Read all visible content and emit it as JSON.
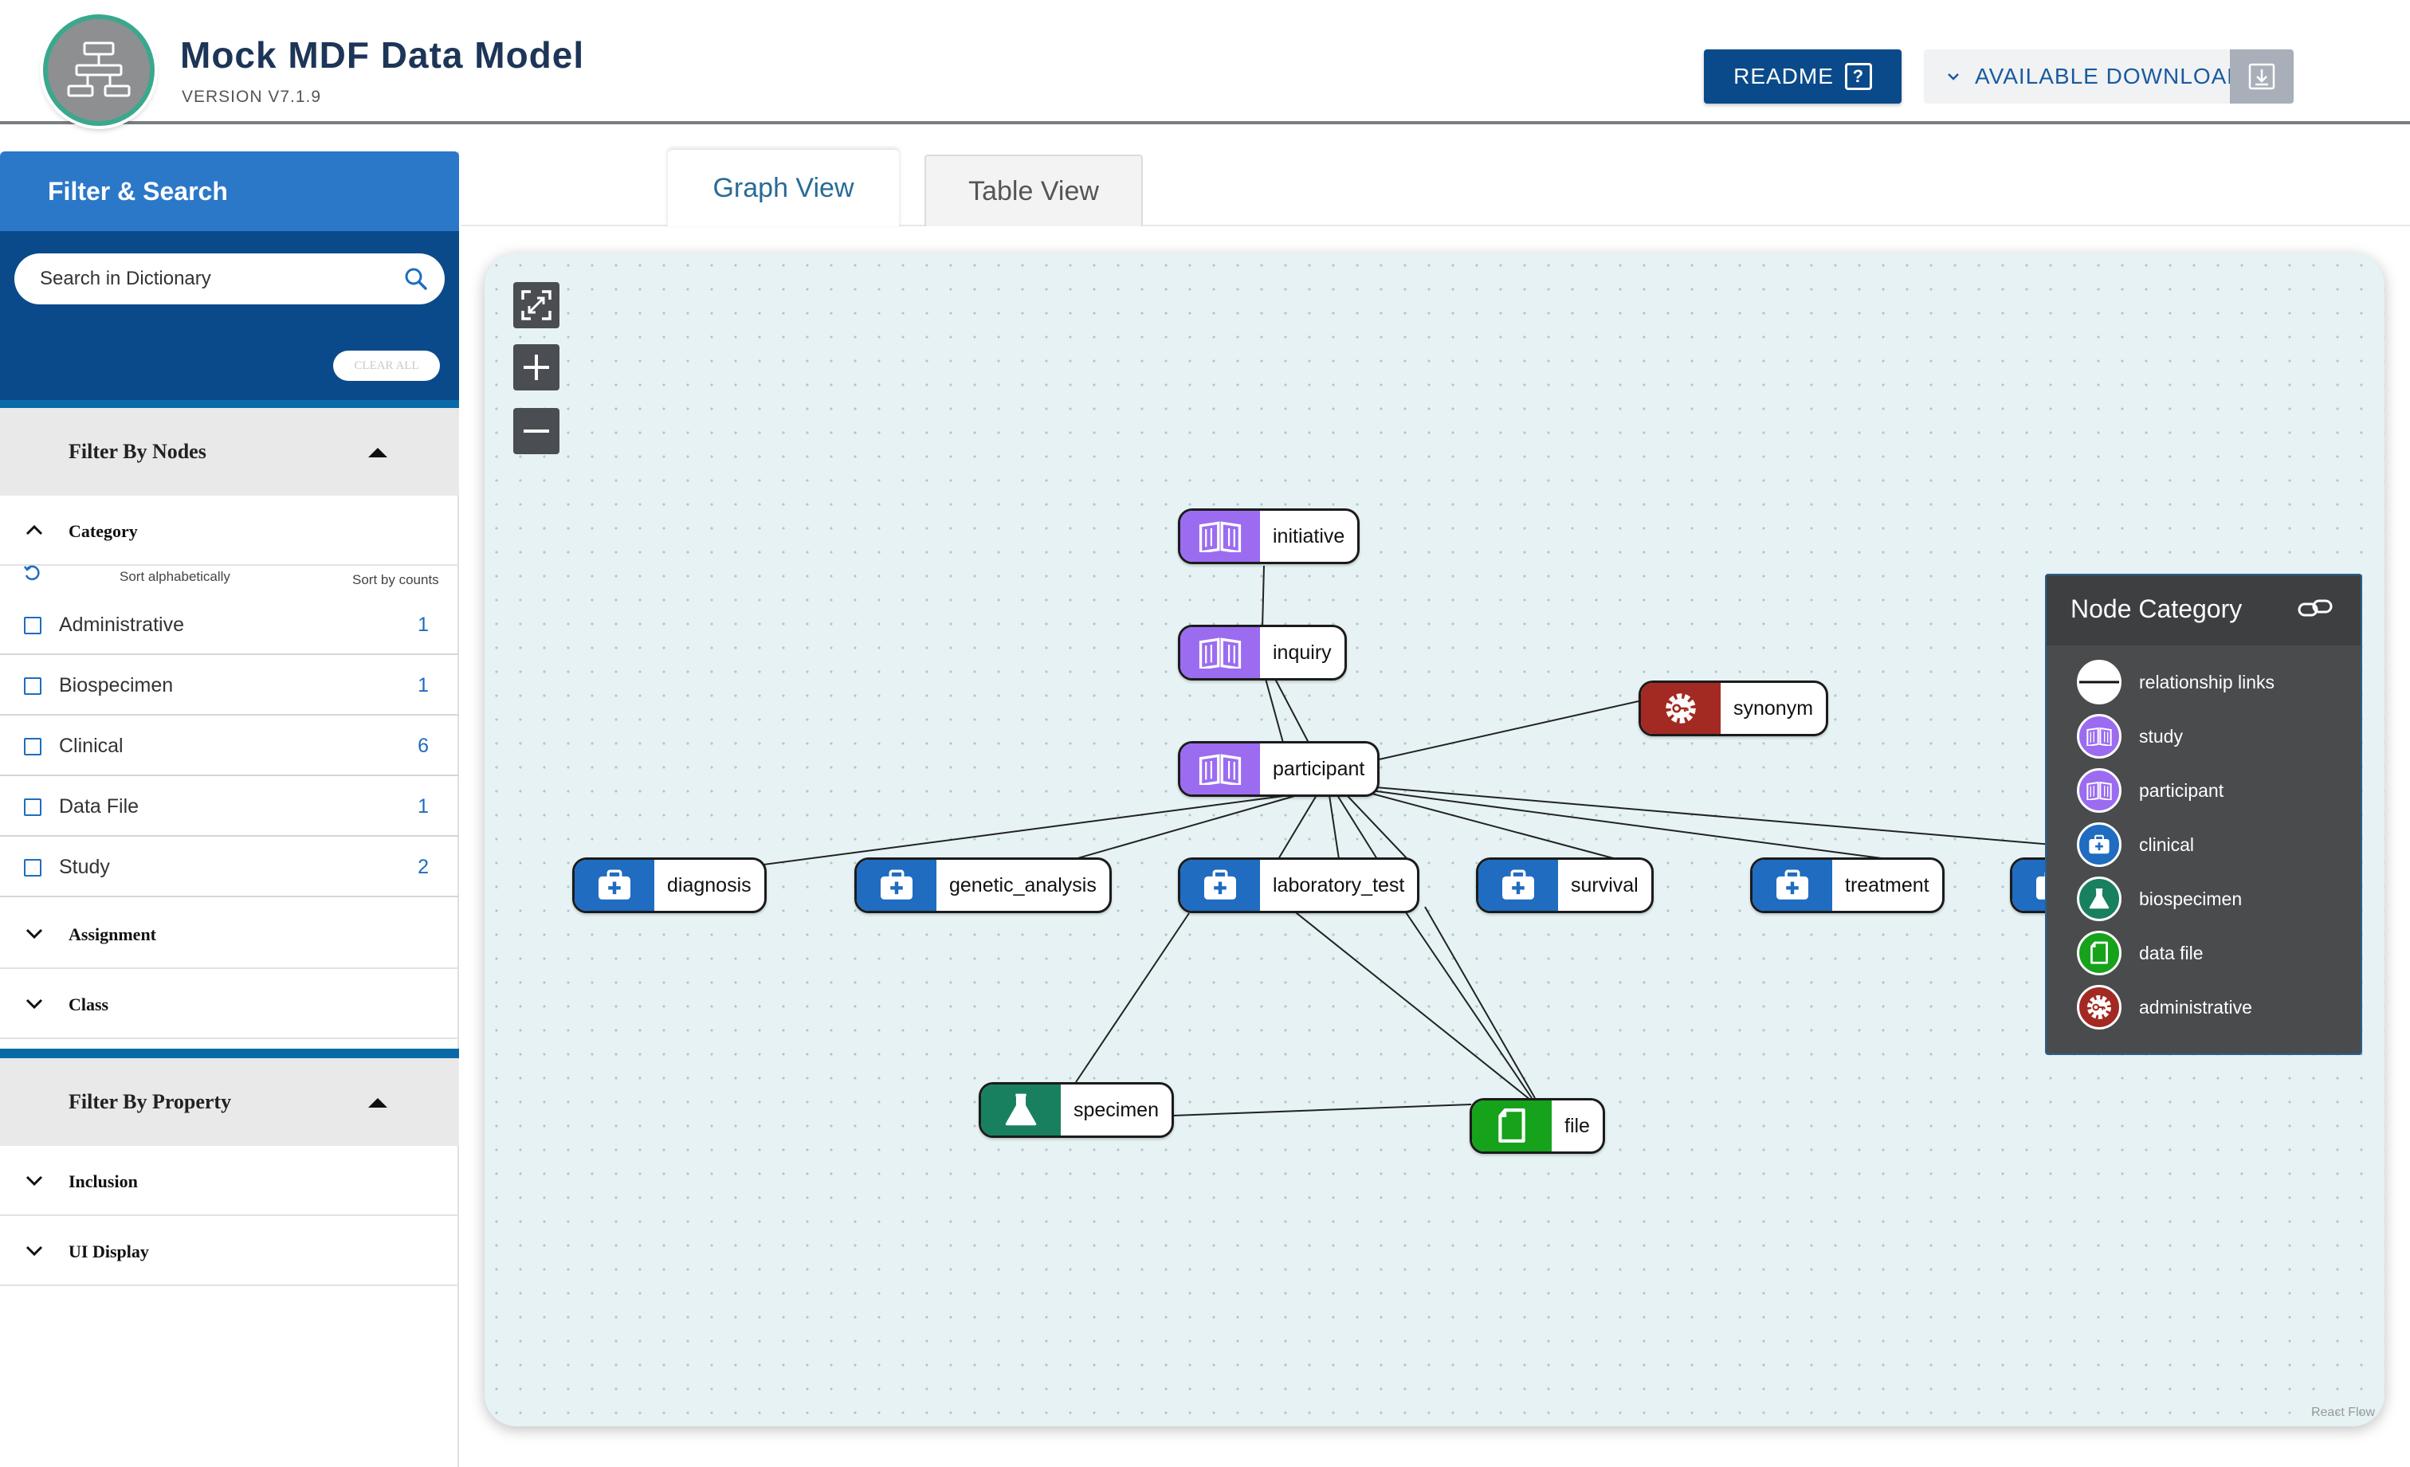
{
  "header": {
    "title": "Mock MDF Data Model",
    "version": "VERSION V7.1.9",
    "readme_label": "README",
    "readme_icon": "?",
    "downloads_label": "AVAILABLE DOWNLOADS"
  },
  "sidebar": {
    "title": "Filter & Search",
    "search": {
      "placeholder": "Search in Dictionary",
      "value": ""
    },
    "clear_all": "CLEAR ALL",
    "filter_by_nodes": "Filter By Nodes",
    "category": {
      "label": "Category",
      "sort_alpha": "Sort alphabetically",
      "sort_counts": "Sort by counts",
      "items": [
        {
          "name": "Administrative",
          "count": "1"
        },
        {
          "name": "Biospecimen",
          "count": "1"
        },
        {
          "name": "Clinical",
          "count": "6"
        },
        {
          "name": "Data File",
          "count": "1"
        },
        {
          "name": "Study",
          "count": "2"
        }
      ]
    },
    "assignment": "Assignment",
    "class": "Class",
    "filter_by_property": "Filter By Property",
    "inclusion": "Inclusion",
    "ui_display": "UI Display"
  },
  "tabs": [
    {
      "label": "Graph View",
      "active": true
    },
    {
      "label": "Table View",
      "active": false
    }
  ],
  "graph": {
    "nodes": [
      {
        "id": "initiative",
        "label": "initiative",
        "category": "study"
      },
      {
        "id": "inquiry",
        "label": "inquiry",
        "category": "study"
      },
      {
        "id": "synonym",
        "label": "synonym",
        "category": "administrative"
      },
      {
        "id": "participant",
        "label": "participant",
        "category": "study"
      },
      {
        "id": "diagnosis",
        "label": "diagnosis",
        "category": "clinical"
      },
      {
        "id": "genetic_analysis",
        "label": "genetic_analysis",
        "category": "clinical"
      },
      {
        "id": "laboratory_test",
        "label": "laboratory_test",
        "category": "clinical"
      },
      {
        "id": "survival",
        "label": "survival",
        "category": "clinical"
      },
      {
        "id": "treatment",
        "label": "treatment",
        "category": "clinical"
      },
      {
        "id": "specimen",
        "label": "specimen",
        "category": "biospecimen"
      },
      {
        "id": "file",
        "label": "file",
        "category": "data_file"
      }
    ],
    "watermark": "React Flow"
  },
  "legend": {
    "title": "Node Category",
    "items": [
      {
        "label": "relationship links",
        "icon": "line-icon"
      },
      {
        "label": "study",
        "icon": "book-icon"
      },
      {
        "label": "participant",
        "icon": "book-icon"
      },
      {
        "label": "clinical",
        "icon": "medkit-icon"
      },
      {
        "label": "biospecimen",
        "icon": "flask-icon"
      },
      {
        "label": "data file",
        "icon": "file-icon"
      },
      {
        "label": "administrative",
        "icon": "gear-icon"
      }
    ]
  },
  "colors": {
    "study": "#9b6cf0",
    "clinical": "#1f6cc0",
    "biospecimen": "#18805f",
    "data_file": "#16a21a",
    "administrative": "#a32a22",
    "header_blue": "#0a4a8a"
  }
}
